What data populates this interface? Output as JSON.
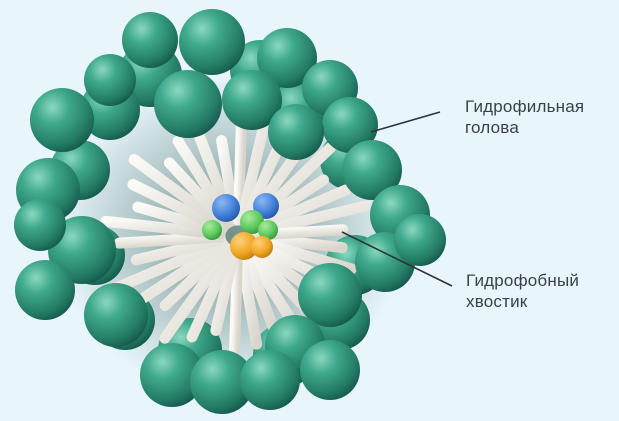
{
  "labels": {
    "head": {
      "line1": "Гидрофильная",
      "line2": "голова"
    },
    "tail": {
      "line1": "Гидрофобный",
      "line2": "хвостик"
    }
  },
  "colors": {
    "background": "#e8f6fb",
    "head_sphere": "#2f9a7e",
    "head_sphere_light": "#7fd2bb",
    "head_sphere_dark": "#155e4d",
    "tail": "#f2efe8",
    "core_blue": "#3f7fd9",
    "core_green": "#5bc85a",
    "core_orange": "#f0a623",
    "label_text": "#3a4046",
    "leader_line": "#2e3338"
  },
  "icons": [
    "micelle-illustration"
  ]
}
